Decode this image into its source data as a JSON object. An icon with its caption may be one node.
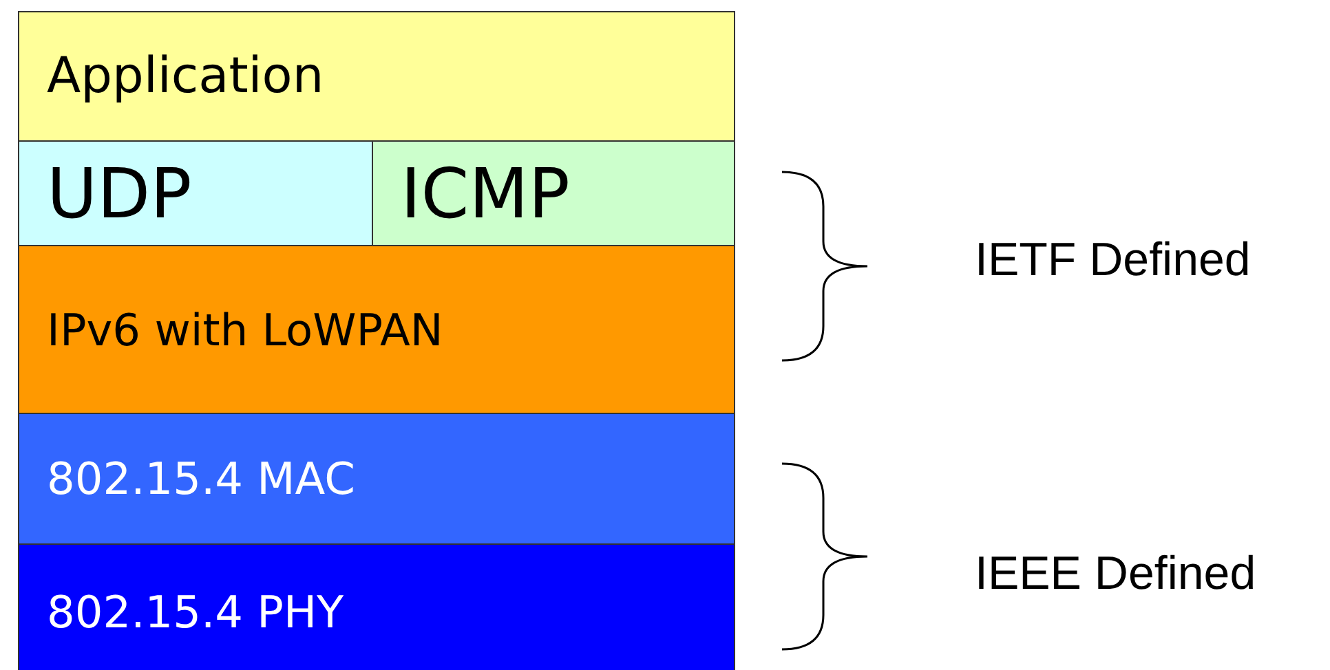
{
  "diagram": {
    "nodes": [
      {
        "text": [
          "Application"
        ]
      },
      {
        "text": [
          "UDP"
        ]
      },
      {
        "text": [
          "ICMP"
        ]
      },
      {
        "text": [
          "IPv6 with LoWPAN"
        ]
      },
      {
        "text": [
          "802.15.4 MAC"
        ]
      },
      {
        "text": [
          "802.15.4 PHY"
        ]
      }
    ],
    "labels": [
      "IETF Defined",
      "IEEE Defined"
    ]
  }
}
